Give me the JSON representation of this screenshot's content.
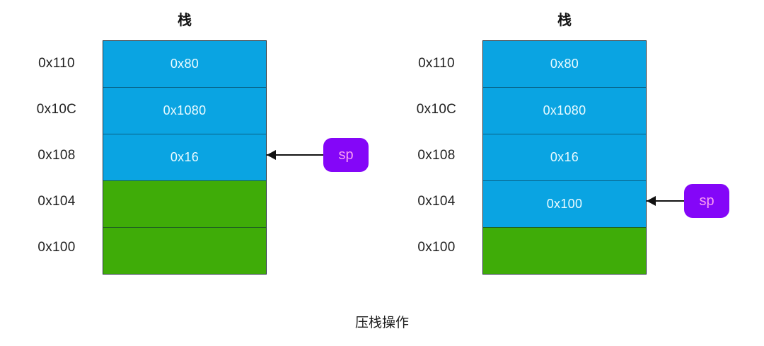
{
  "caption": "压栈操作",
  "colors": {
    "cell_filled": "#0aa4e2",
    "cell_empty": "#3fac08",
    "cell_value_text": "#eafbff",
    "sp_box": "#8406f8",
    "sp_text": "#fb9ff2",
    "arrow": "#121212",
    "address_text": "#212121"
  },
  "diagrams": [
    {
      "title": "栈",
      "sp_label": "sp",
      "sp_points_to": "0x108",
      "rows": [
        {
          "address": "0x110",
          "value": "0x80"
        },
        {
          "address": "0x10C",
          "value": "0x1080"
        },
        {
          "address": "0x108",
          "value": "0x16"
        },
        {
          "address": "0x104",
          "value": ""
        },
        {
          "address": "0x100",
          "value": ""
        }
      ]
    },
    {
      "title": "栈",
      "sp_label": "sp",
      "sp_points_to": "0x104",
      "rows": [
        {
          "address": "0x110",
          "value": "0x80"
        },
        {
          "address": "0x10C",
          "value": "0x1080"
        },
        {
          "address": "0x108",
          "value": "0x16"
        },
        {
          "address": "0x104",
          "value": "0x100"
        },
        {
          "address": "0x100",
          "value": ""
        }
      ]
    }
  ]
}
